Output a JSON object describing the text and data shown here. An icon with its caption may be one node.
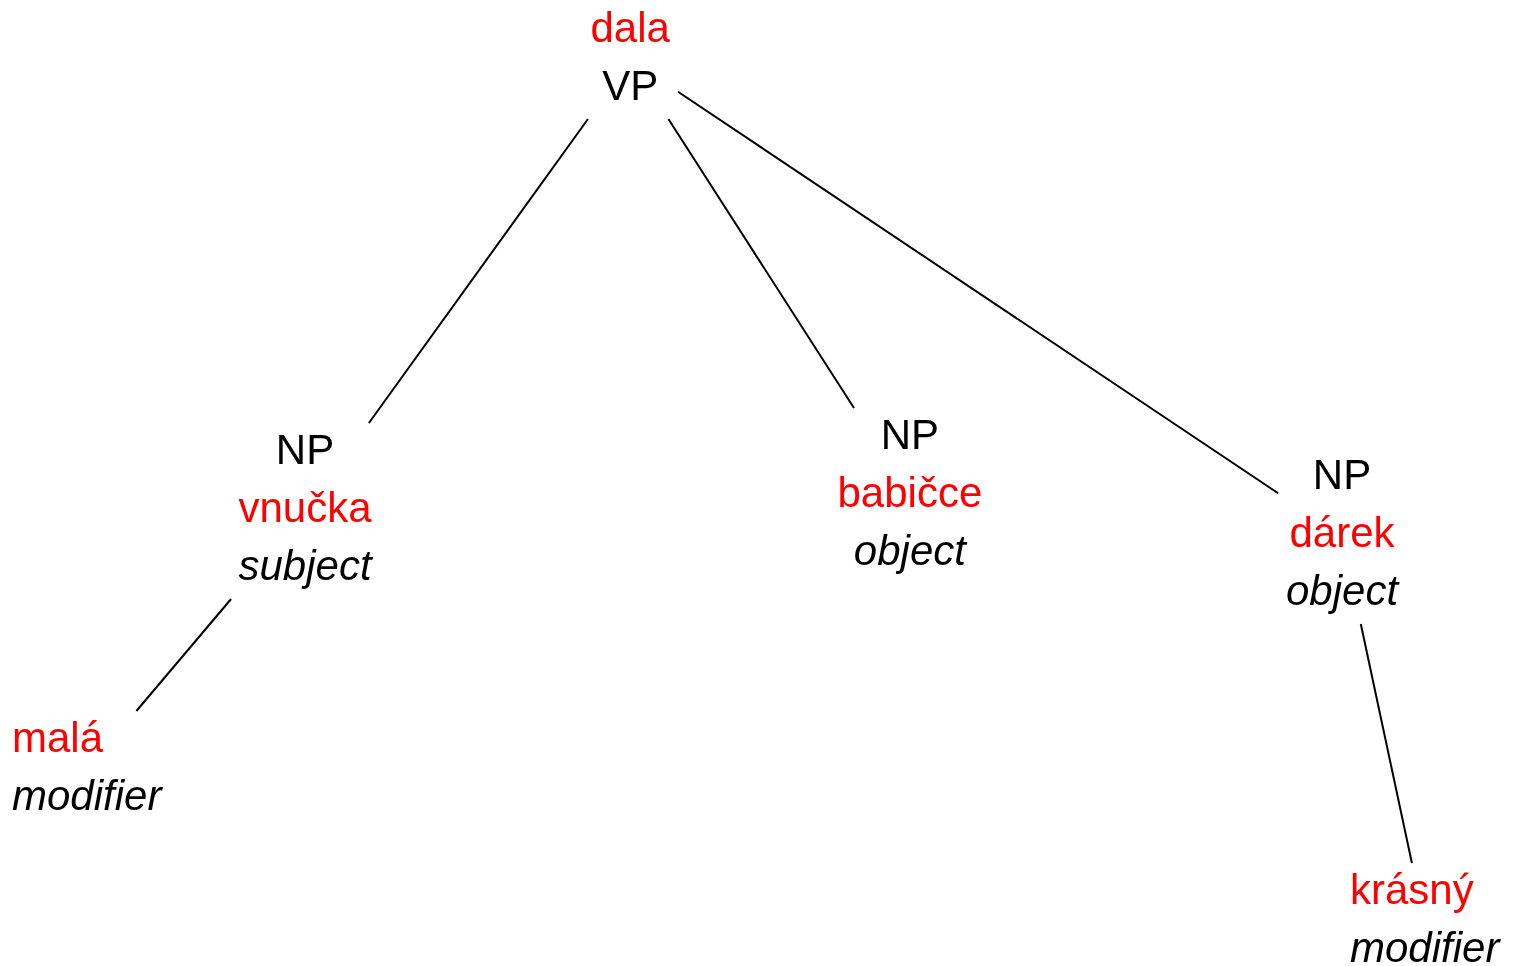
{
  "diagram": {
    "nodes": [
      {
        "text": [
          "dala",
          "VP"
        ]
      },
      {
        "text": [
          "NP",
          "vnučka",
          "subject"
        ]
      },
      {
        "text": [
          "NP",
          "babičce",
          "object"
        ]
      },
      {
        "text": [
          "NP",
          "dárek",
          "object"
        ]
      },
      {
        "text": [
          "malá",
          "modifier"
        ]
      },
      {
        "text": [
          "krásný",
          "modifier"
        ]
      }
    ],
    "edges": [
      {
        "from": 0,
        "to": 1,
        "arrow": "none"
      },
      {
        "from": 0,
        "to": 2,
        "arrow": "none"
      },
      {
        "from": 0,
        "to": 3,
        "arrow": "none"
      },
      {
        "from": 1,
        "to": 4,
        "arrow": "none"
      },
      {
        "from": 3,
        "to": 5,
        "arrow": "none"
      }
    ]
  }
}
